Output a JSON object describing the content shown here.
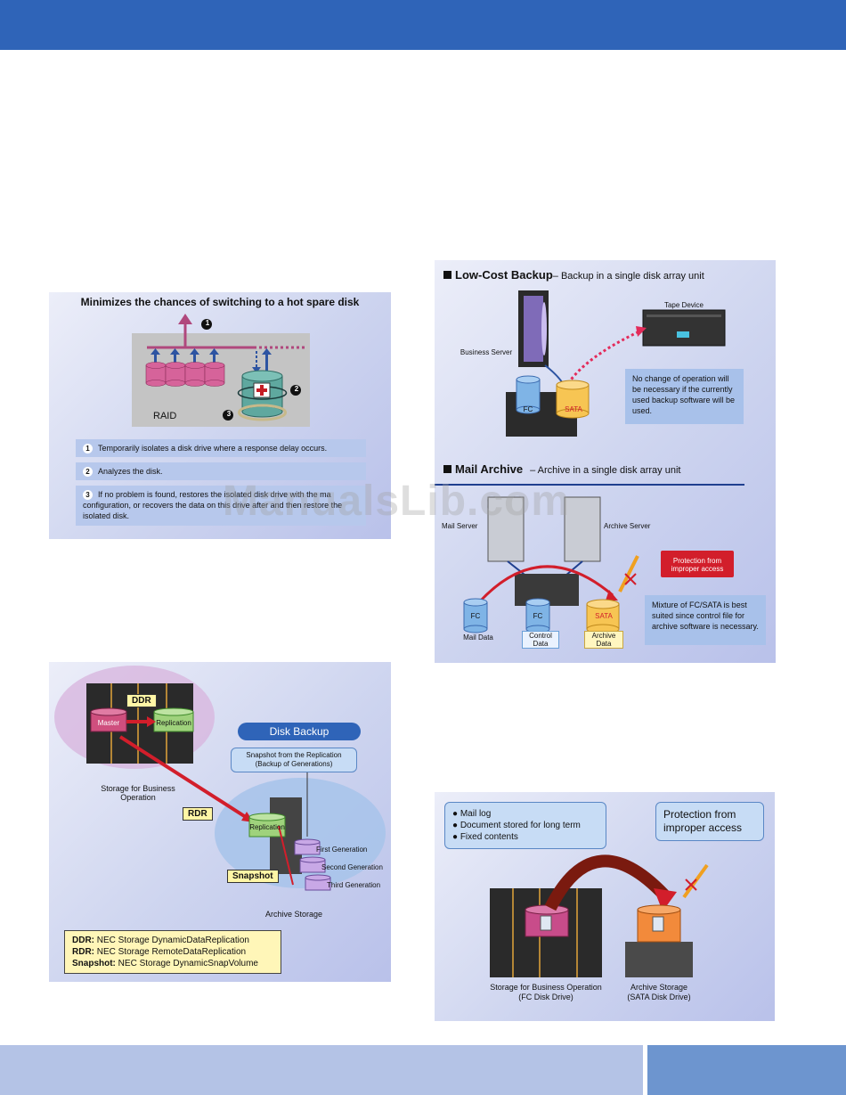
{
  "colors": {
    "header": "#2f64b8",
    "footer_left": "#b4c3e6",
    "footer_right": "#6d95cf",
    "panel": "#d4daf1",
    "accent_red": "#d21e2b"
  },
  "watermark": "ManualsLib.com",
  "hotspare": {
    "title": "Minimizes the chances of switching to a hot spare disk",
    "raid_label": "RAID",
    "markers": [
      "1",
      "2",
      "3"
    ],
    "steps": [
      {
        "num": "1",
        "text": "Temporarily isolates a disk drive where a response delay occurs."
      },
      {
        "num": "2",
        "text": "Analyzes the disk."
      },
      {
        "num": "3",
        "text": "If no problem is found, restores the isolated disk drive with the ma configuration, or recovers the data on this drive after and then restore the isolated disk."
      }
    ]
  },
  "lowcost": {
    "title": "Low-Cost Backup",
    "subtitle": "– Backup in a single disk array unit",
    "tape_device": "Tape Device",
    "business_server": "Business Server",
    "fc": "FC",
    "sata": "SATA",
    "note": "No change of operation will be necessary if the currently used backup software will be used."
  },
  "mail": {
    "title": "Mail Archive",
    "subtitle": "– Archive in a single disk array unit",
    "mail_server": "Mail Server",
    "archive_server": "Archive Server",
    "protection": "Protection from improper access",
    "note": "Mixture of FC/SATA is best suited since control file for archive software is necessary.",
    "fc1": "FC",
    "fc2": "FC",
    "sata": "SATA",
    "mail_data": "Mail Data",
    "control_data": "Control Data",
    "archive_data": "Archive Data"
  },
  "diskbackup": {
    "ddr": "DDR",
    "rdr": "RDR",
    "snapshot_tag": "Snapshot",
    "master": "Master",
    "replication": "Replication",
    "replication2": "Replication",
    "storage_business": "Storage for Business Operation",
    "disk_backup": "Disk Backup",
    "snapshot_bubble": "Snapshot from the Replication (Backup of Generations)",
    "first_gen": "First Generation",
    "second_gen": "Second Generation",
    "third_gen": "Third Generation",
    "archive_storage": "Archive Storage",
    "legend": [
      {
        "key": "DDR:",
        "text": "NEC Storage DynamicDataReplication"
      },
      {
        "key": "RDR:",
        "text": "NEC Storage RemoteDataReplication"
      },
      {
        "key": "Snapshot:",
        "text": "NEC Storage DynamicSnapVolume"
      }
    ]
  },
  "archive": {
    "bullets": [
      "Mail log",
      "Document stored for long term",
      "Fixed contents"
    ],
    "protection": "Protection from improper access",
    "storage_business": "Storage for Business Operation",
    "storage_business_sub": "(FC Disk Drive)",
    "archive_storage": "Archive Storage",
    "archive_storage_sub": "(SATA Disk Drive)"
  }
}
